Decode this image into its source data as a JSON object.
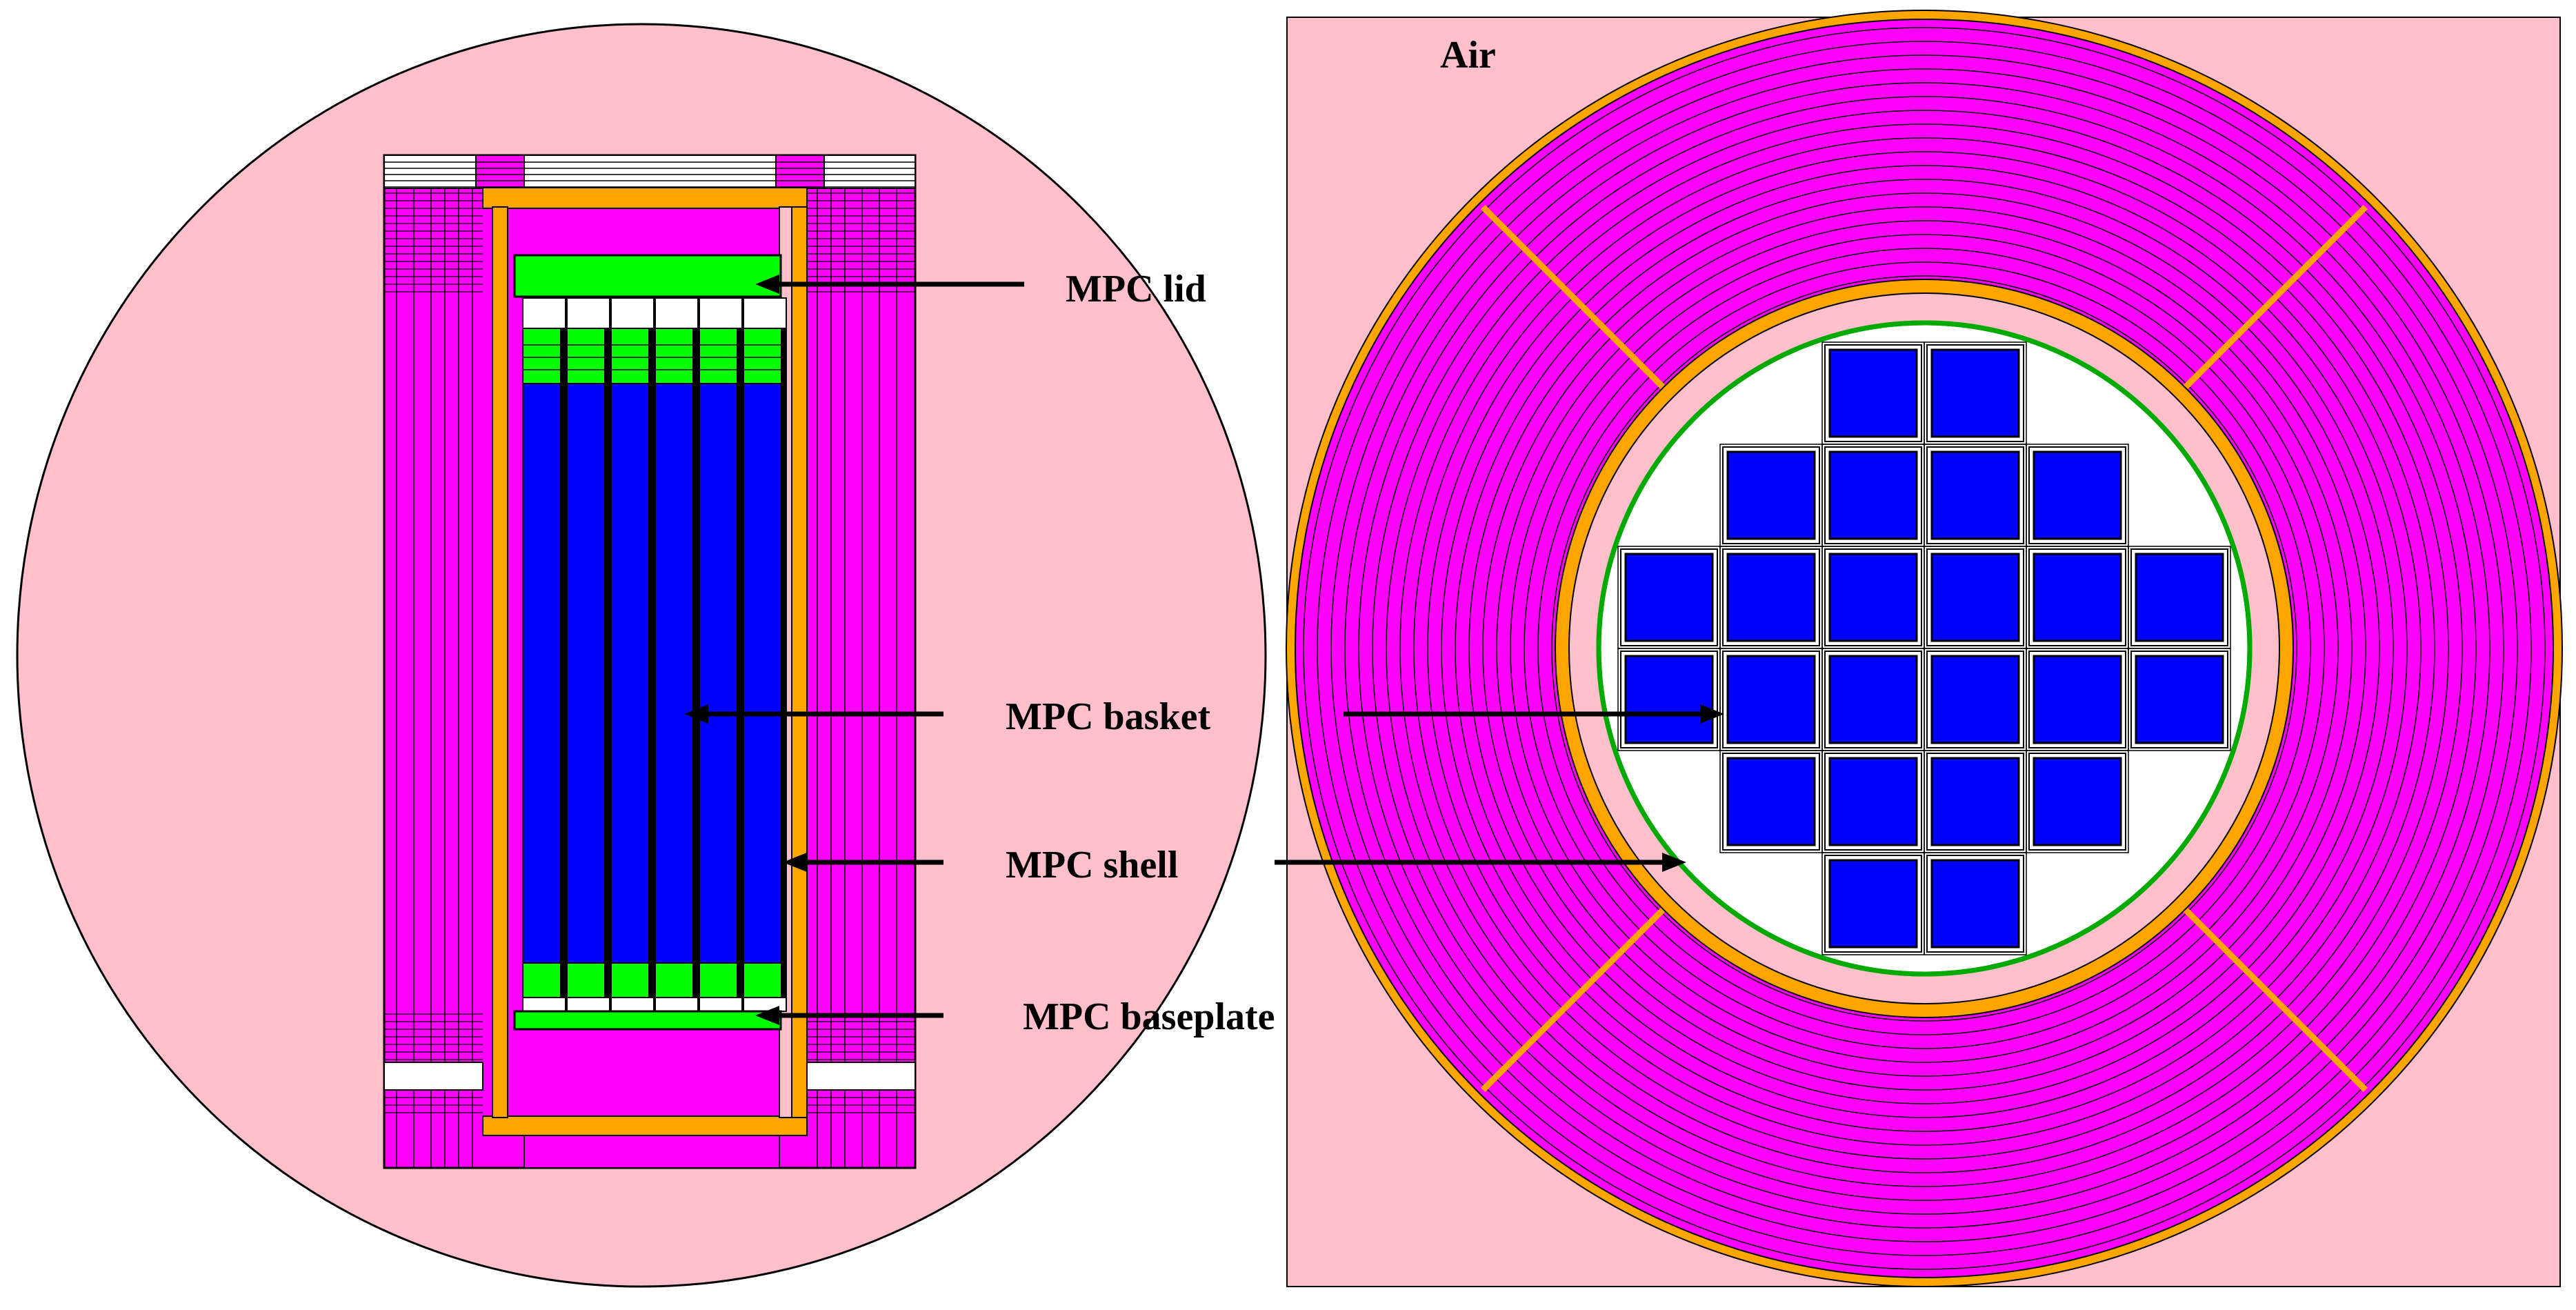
{
  "labels": {
    "air": "Air",
    "mpc_lid": "MPC lid",
    "mpc_basket": "MPC basket",
    "mpc_shell": "MPC shell",
    "mpc_baseplate": "MPC baseplate"
  },
  "colors": {
    "air": "#ffc0cb",
    "concrete": "#ff00ff",
    "steel": "#ffa500",
    "mpc_lid": "#00ff00",
    "fuel": "#0000ff",
    "helium": "#ffffff",
    "outline": "#000000",
    "shell": "#00aa00"
  },
  "views": {
    "side": "axial-section",
    "top": "radial-section"
  },
  "radial_view": {
    "fuel_rows": [
      2,
      4,
      6,
      6,
      4,
      2
    ],
    "concrete_rings": 20,
    "steel_spokes": 4
  }
}
